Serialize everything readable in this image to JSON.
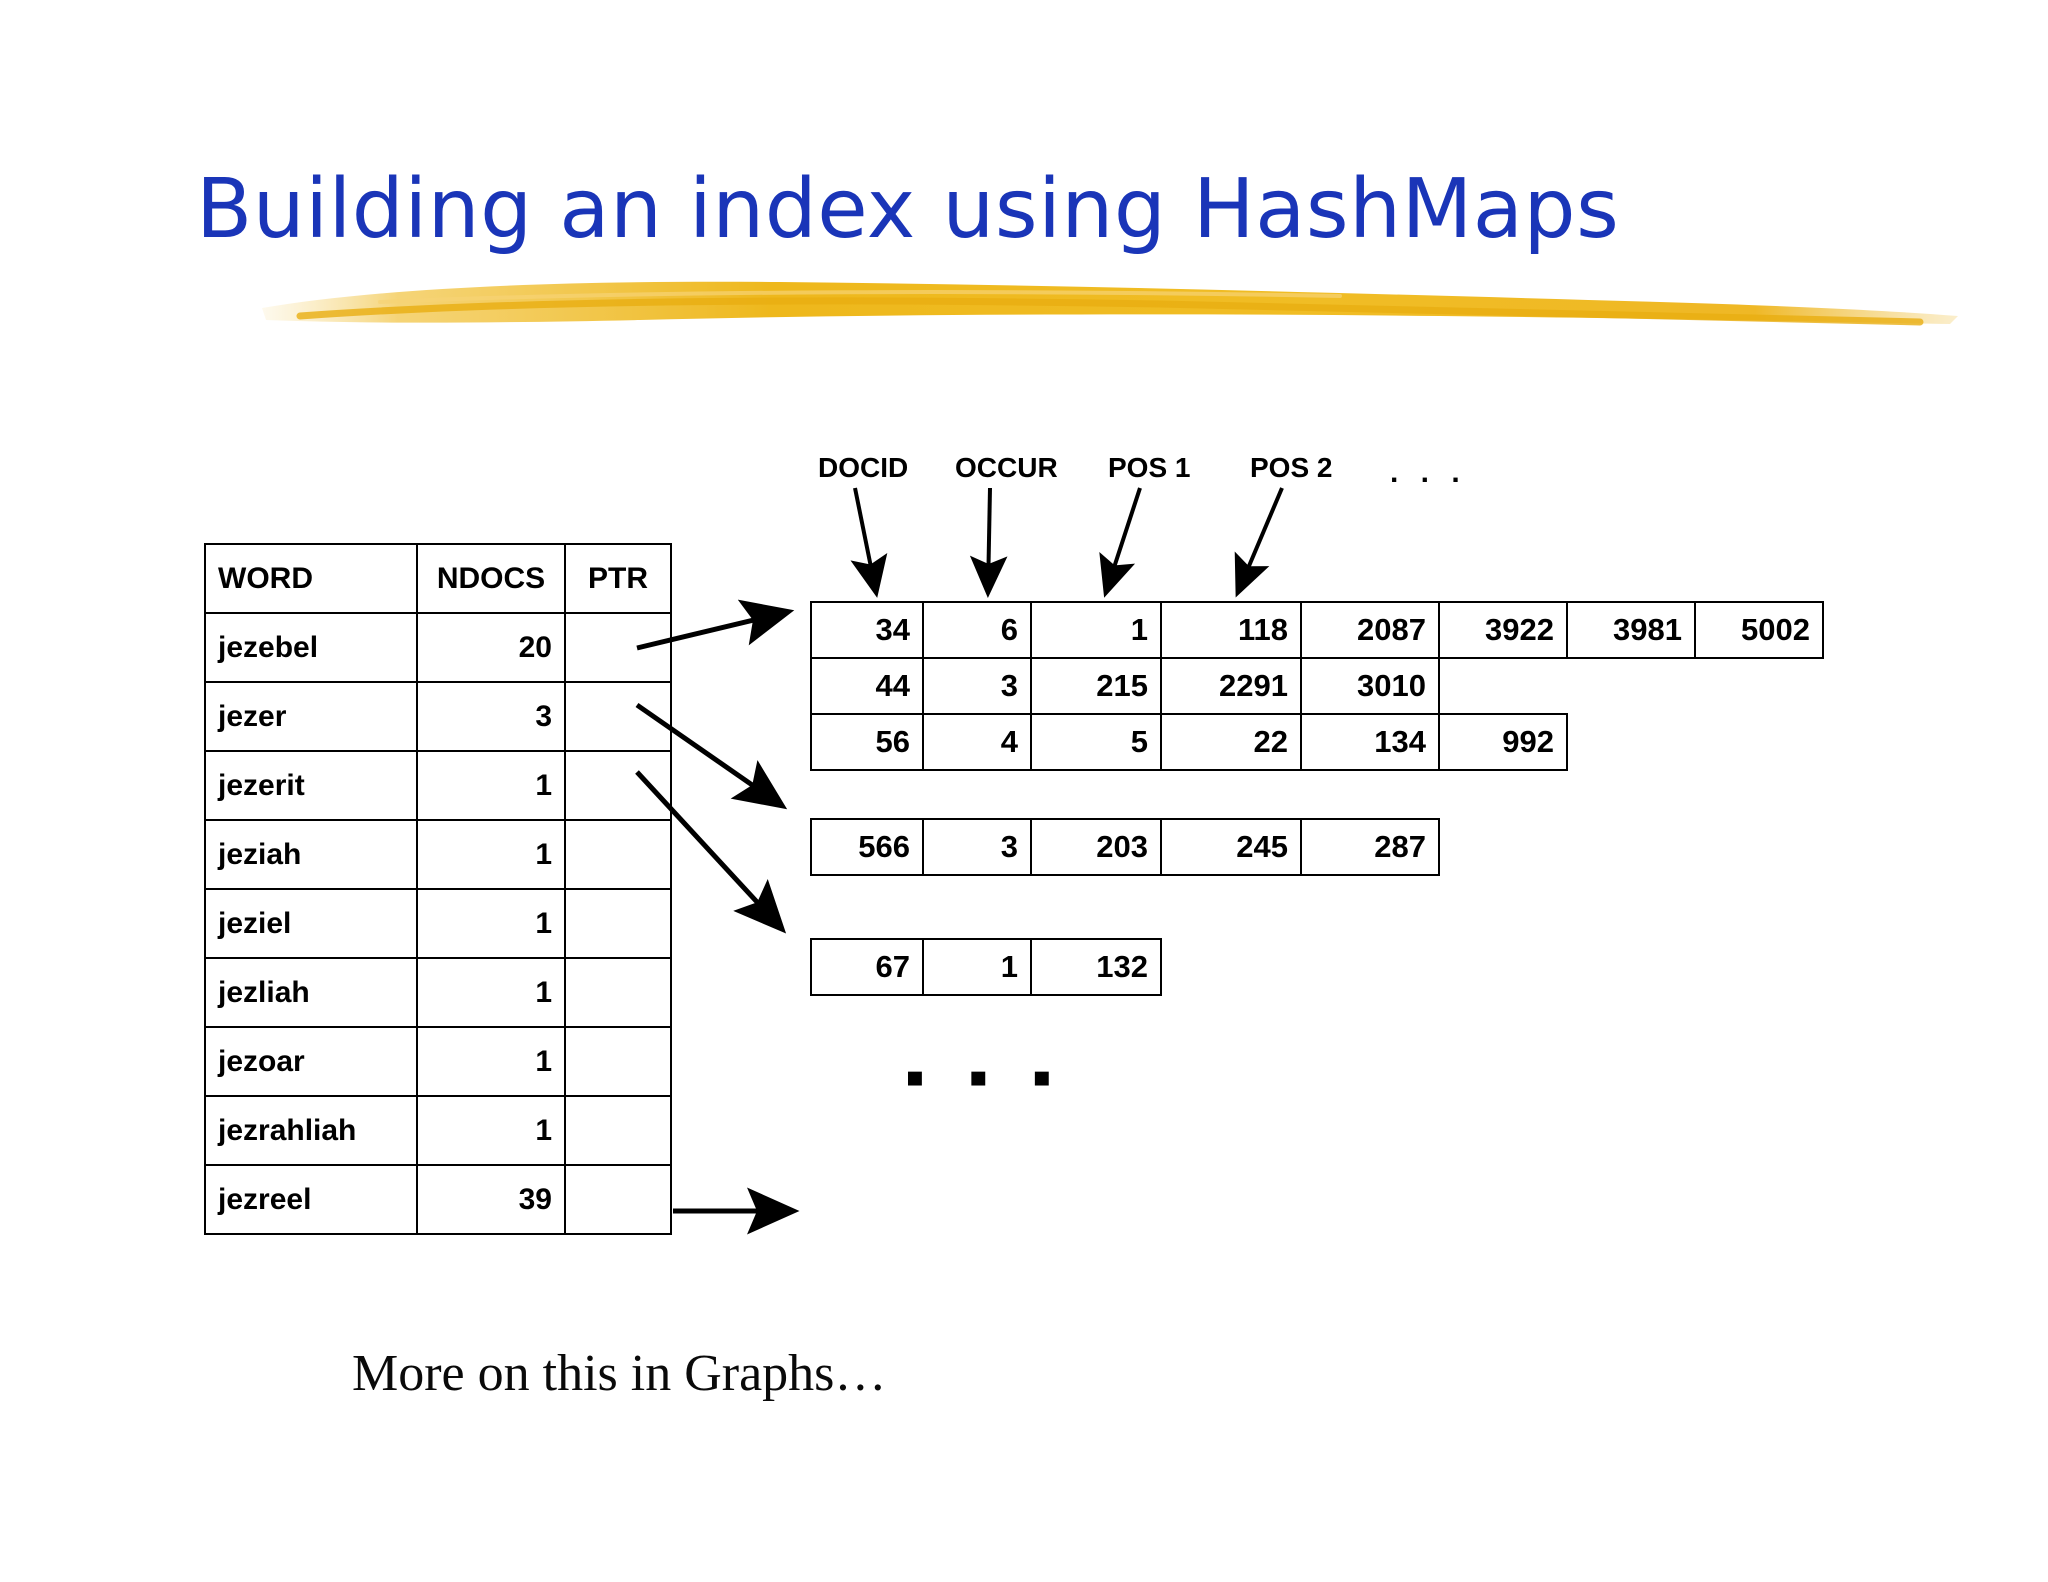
{
  "slide": {
    "title": "Building an index using HashMaps",
    "caption": "More on this in Graphs…",
    "accent_color": "#1a35b8",
    "swoosh_color": "#f0b823",
    "ink_color": "#000000",
    "big_ellipsis": "▪ ▪ ▪"
  },
  "lexicon": {
    "headers": [
      "WORD",
      "NDOCS",
      "PTR"
    ],
    "rows": [
      {
        "word": "jezebel",
        "ndocs": "20",
        "ptr": ""
      },
      {
        "word": "jezer",
        "ndocs": "3",
        "ptr": ""
      },
      {
        "word": "jezerit",
        "ndocs": "1",
        "ptr": ""
      },
      {
        "word": "jeziah",
        "ndocs": "1",
        "ptr": ""
      },
      {
        "word": "jeziel",
        "ndocs": "1",
        "ptr": ""
      },
      {
        "word": "jezliah",
        "ndocs": "1",
        "ptr": ""
      },
      {
        "word": "jezoar",
        "ndocs": "1",
        "ptr": ""
      },
      {
        "word": "jezrahliah",
        "ndocs": "1",
        "ptr": ""
      },
      {
        "word": "jezreel",
        "ndocs": "39",
        "ptr": ""
      }
    ]
  },
  "postings": {
    "field_labels": [
      "DOCID",
      "OCCUR",
      "POS 1",
      "POS 2"
    ],
    "field_labels_ellipsis": ". . .",
    "group_1": {
      "rows": [
        {
          "docid": "34",
          "occur": "6",
          "positions": [
            "1",
            "118",
            "2087",
            "3922",
            "3981",
            "5002"
          ]
        },
        {
          "docid": "44",
          "occur": "3",
          "positions": [
            "215",
            "2291",
            "3010"
          ]
        },
        {
          "docid": "56",
          "occur": "4",
          "positions": [
            "5",
            "22",
            "134",
            "992"
          ]
        }
      ]
    },
    "group_2": {
      "rows": [
        {
          "docid": "566",
          "occur": "3",
          "positions": [
            "203",
            "245",
            "287"
          ]
        }
      ]
    },
    "group_3": {
      "rows": [
        {
          "docid": "67",
          "occur": "1",
          "positions": [
            "132"
          ]
        }
      ]
    }
  }
}
